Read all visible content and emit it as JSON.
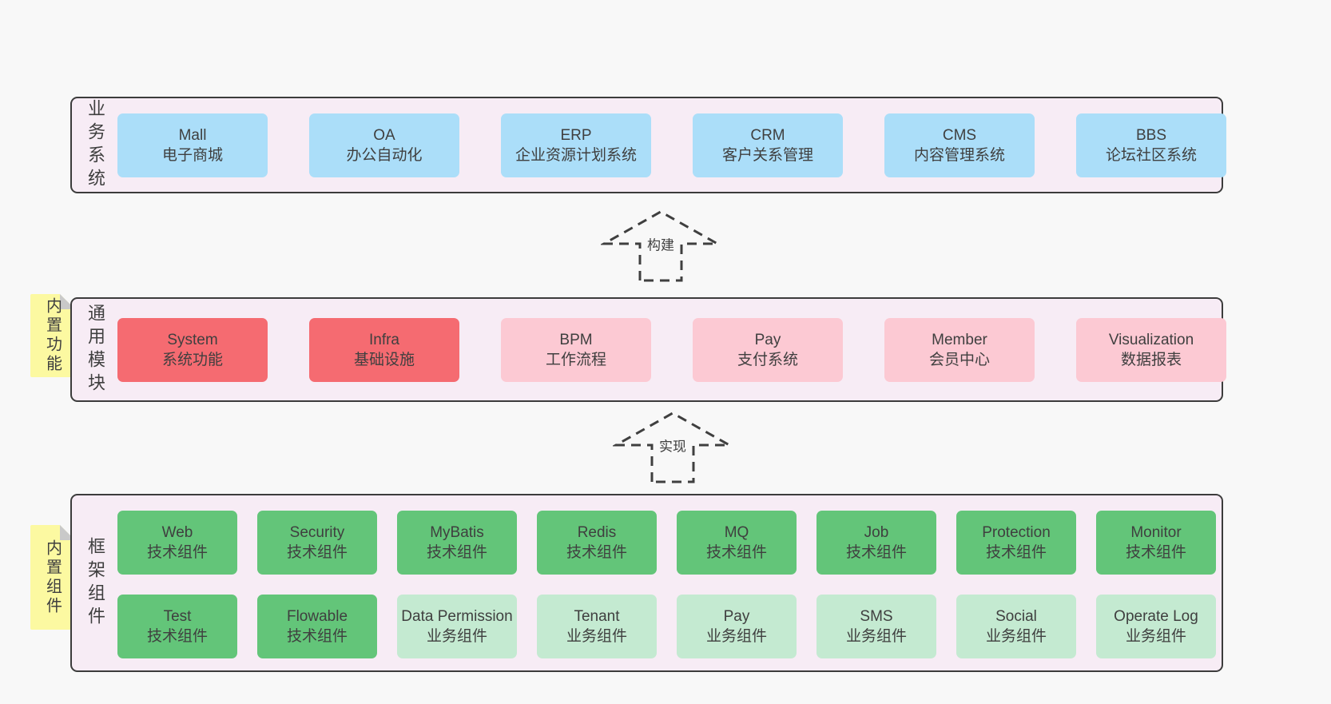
{
  "colors": {
    "page_bg": "#f8f8f8",
    "layer_bg": "#f7ecf5",
    "layer_border": "#3c3c3c",
    "blue_box": "#abdef9",
    "red_box": "#f56b71",
    "pink_box": "#fcc9d3",
    "green_box": "#63c579",
    "lightgreen_box": "#c4ead1",
    "sticky_yellow": "#fcf9a1",
    "sticky_fold_gray": "#c9c9c9",
    "text": "#3f3f3f"
  },
  "arrows": {
    "build": "构建",
    "implement": "实现"
  },
  "layers": {
    "business": {
      "label": "业务系统",
      "boxes": [
        {
          "name": "Mall",
          "desc": "电子商城"
        },
        {
          "name": "OA",
          "desc": "办公自动化"
        },
        {
          "name": "ERP",
          "desc": "企业资源计划系统"
        },
        {
          "name": "CRM",
          "desc": "客户关系管理"
        },
        {
          "name": "CMS",
          "desc": "内容管理系统"
        },
        {
          "name": "BBS",
          "desc": "论坛社区系统"
        }
      ]
    },
    "modules": {
      "label": "通用模块",
      "note": "内置功能",
      "boxes": [
        {
          "name": "System",
          "desc": "系统功能",
          "variant": "red"
        },
        {
          "name": "Infra",
          "desc": "基础设施",
          "variant": "red"
        },
        {
          "name": "BPM",
          "desc": "工作流程",
          "variant": "pink"
        },
        {
          "name": "Pay",
          "desc": "支付系统",
          "variant": "pink"
        },
        {
          "name": "Member",
          "desc": "会员中心",
          "variant": "pink"
        },
        {
          "name": "Visualization",
          "desc": "数据报表",
          "variant": "pink"
        }
      ]
    },
    "components": {
      "label": "框架组件",
      "note": "内置组件",
      "row1": [
        {
          "name": "Web",
          "desc": "技术组件",
          "variant": "green"
        },
        {
          "name": "Security",
          "desc": "技术组件",
          "variant": "green"
        },
        {
          "name": "MyBatis",
          "desc": "技术组件",
          "variant": "green"
        },
        {
          "name": "Redis",
          "desc": "技术组件",
          "variant": "green"
        },
        {
          "name": "MQ",
          "desc": "技术组件",
          "variant": "green"
        },
        {
          "name": "Job",
          "desc": "技术组件",
          "variant": "green"
        },
        {
          "name": "Protection",
          "desc": "技术组件",
          "variant": "green"
        },
        {
          "name": "Monitor",
          "desc": "技术组件",
          "variant": "green"
        }
      ],
      "row2": [
        {
          "name": "Test",
          "desc": "技术组件",
          "variant": "green"
        },
        {
          "name": "Flowable",
          "desc": "技术组件",
          "variant": "green"
        },
        {
          "name": "Data Permission",
          "desc": "业务组件",
          "variant": "lightgreen"
        },
        {
          "name": "Tenant",
          "desc": "业务组件",
          "variant": "lightgreen"
        },
        {
          "name": "Pay",
          "desc": "业务组件",
          "variant": "lightgreen"
        },
        {
          "name": "SMS",
          "desc": "业务组件",
          "variant": "lightgreen"
        },
        {
          "name": "Social",
          "desc": "业务组件",
          "variant": "lightgreen"
        },
        {
          "name": "Operate Log",
          "desc": "业务组件",
          "variant": "lightgreen"
        }
      ]
    }
  }
}
